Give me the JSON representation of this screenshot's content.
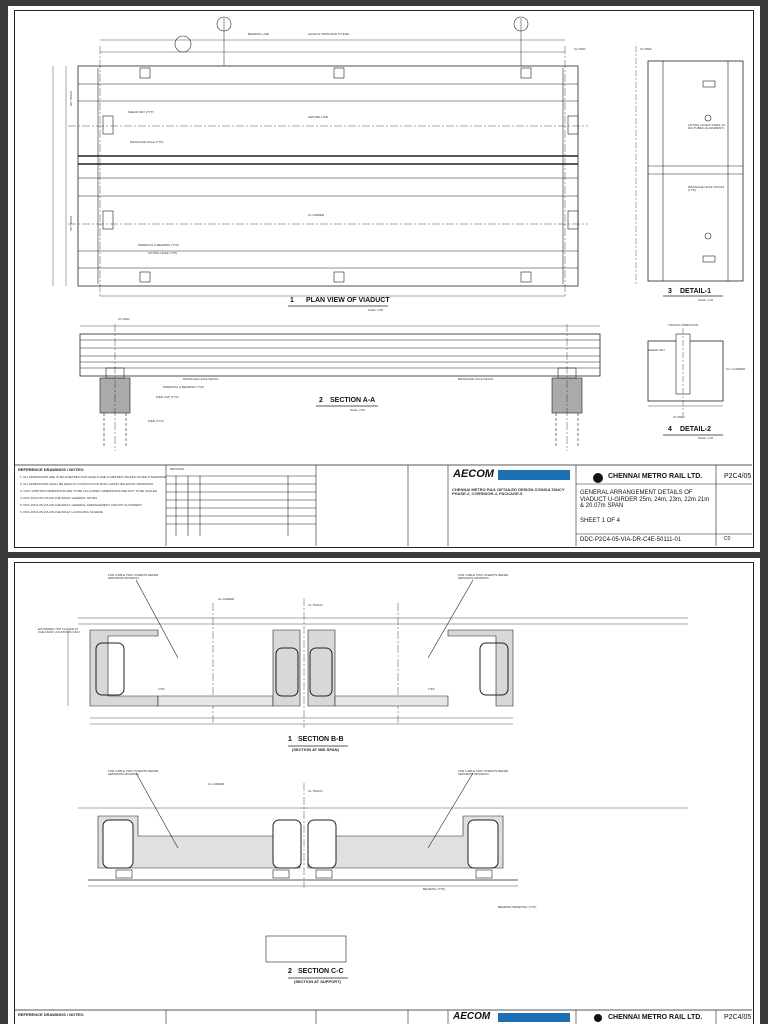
{
  "sheet1": {
    "plan": {
      "num": "1",
      "title": "PLAN VIEW OF VIADUCT",
      "scale": "Scale: 1:50",
      "labels": {
        "dn_track": "DN TRACK",
        "up_track": "UP TRACK",
        "centre_line": "CENTRE LINE",
        "drainage_hole": "DRAINAGE HOLE (TYP)",
        "shear_key": "SHEAR KEY (TYP)",
        "lifting_hole": "LIFTING HOLE (TYP)",
        "pedestal": "PEDESTAL & BEARING (TYP)",
        "cl_pier": "CL PIER",
        "cl_girder": "CL GIRDER",
        "span_dim": "LENGTH FROM END TO END",
        "bearing_line": "BEARING LINE"
      }
    },
    "section_aa": {
      "num": "2",
      "title": "SECTION A-A",
      "scale": "Scale: 1:50",
      "labels": {
        "drainage": "DRAINAGE HOLE DETAIL",
        "pedestal": "PEDESTAL & BEARING (TYP)",
        "pier_cap": "PIER CAP (TYP)",
        "pier": "PIER (TYP)",
        "cl_pier": "CL PIER"
      }
    },
    "detail1": {
      "num": "3",
      "title": "DETAIL-1",
      "scale": "Scale: 1:10",
      "labels": {
        "lifting": "LIFTING HOLES STEEL 40 DIA TUBES (ALIGNMENT)",
        "drainage": "DRAINAGE HOLE 150 DIA (TYP)",
        "cl_pier": "CL PIER"
      }
    },
    "detail2": {
      "num": "4",
      "title": "DETAIL-2",
      "scale": "Scale: 1:10",
      "labels": {
        "traffic": "TRAFFIC DIRECTION",
        "shear": "SHEAR KEY",
        "cl_girder": "CL U GIRDER",
        "cl_pier": "CL PIER"
      }
    },
    "notes": {
      "heading": "REFERENCE DRAWINGS / NOTES:",
      "items": [
        "1. ALL DIMENSIONS ARE IN MILLIMETRES AND LEVELS ARE IN METRES UNLESS NOTED OTHERWISE.",
        "2. ALL DIMENSIONS SHALL BE READ IN CONJUNCTION WITH LATEST RELEVANT DRAWINGS.",
        "3. ONLY WRITTEN DIMENSIONS ARE TO BE FOLLOWED. DIMENSIONS ARE NOT TO BE SCALED.",
        "4. DDC-P2C4-05-VIA-DR-C4E-50100: GENERAL NOTES",
        "5. DDC-P2C4-05-VIA-DR-C4E-50101: GENERAL ARRANGEMENT VIADUCT ALIGNMENT",
        "6. DDC-P2C4-05-VIA-DR-C4E-50112: LAUNCHING SCHEME"
      ]
    },
    "title_block": {
      "revision": "REVISION",
      "consultant": "AECOM",
      "consultant_sub": "CHENNAI METRO RAIL DETAILED DESIGN CONSULTANCY PHASE-2, CORRIDOR-4, PACKAGE-5",
      "client": "CHENNAI METRO RAIL LTD.",
      "package": "P2C4/05",
      "drawing_title": "GENERAL ARRANGEMENT DETAILS OF VIADUCT U-GIRDER 25m, 24m, 23m, 22m 21m & 20.07m SPAN",
      "sheet": "SHEET 1 OF 4",
      "drawing_no": "DDC-P2C4-05-VIA-DR-C4E-50111-01",
      "rev": "C0"
    }
  },
  "sheet2": {
    "section_bb": {
      "num": "1",
      "title": "SECTION B-B",
      "subtitle": "(SECTION AT MID SPAN)",
      "labels": {
        "cable_left": "FOR CABLE TRAY INSERTS REFER SEPARATE DRAWING",
        "cable_right": "FOR CABLE TRAY INSERTS REFER SEPARATE DRAWING",
        "cl_girder": "CL GIRDER",
        "cl_track": "CL TRACK",
        "extended": "EXTENDED TOP FLANGE AT OHE MAST LOCATIONS ONLY",
        "slope": "2.5%"
      }
    },
    "section_cc": {
      "num": "2",
      "title": "SECTION C-C",
      "subtitle": "(SECTION AT SUPPORT)",
      "labels": {
        "cable_left": "FOR CABLE TRAY INSERTS REFER SEPARATE DRAWING",
        "cable_right": "FOR CABLE TRAY INSERTS REFER SEPARATE DRAWING",
        "cl_girder": "CL GIRDER",
        "cl_track": "CL TRACK",
        "bearing": "BEARING (TYP)",
        "bearing_pedestal": "BEARING PEDESTAL (TYP)"
      }
    },
    "notes_heading": "REFERENCE DRAWINGS / NOTES:",
    "title_block": {
      "client": "CHENNAI METRO RAIL LTD.",
      "package": "P2C4/05",
      "consultant": "AECOM"
    }
  }
}
